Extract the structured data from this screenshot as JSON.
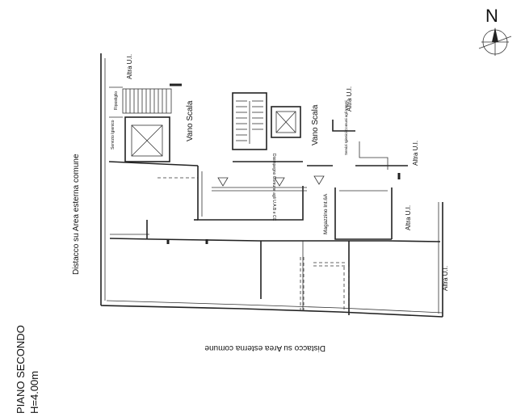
{
  "north_label": "N",
  "floor": {
    "name": "PIANO SECONDO",
    "height": "H=4.00m"
  },
  "labels": {
    "altra_top": "Altra U.I.",
    "altra_upper_right": "Altra U.I.",
    "altra_right1": "Altra U.I.",
    "altra_right2": "Altra U.I.",
    "altra_right3": "Altra U.I.",
    "ripostiglio": "Ripostiglio",
    "servizio_igienico": "Servizio Igienico",
    "vano_scala_left": "Vano Scala",
    "vano_scala_right": "Vano Scala",
    "disimpegno": "Disimpegno Comune agli U.A.B e CC",
    "magazzino": "Magazzino Int.6A",
    "servizi_right": "Servizi Igienici Comuni agli Interni",
    "distacco_side": "Distacco su Area esterna comune",
    "distacco_bottom": "Distacco su Area esterna comune"
  }
}
